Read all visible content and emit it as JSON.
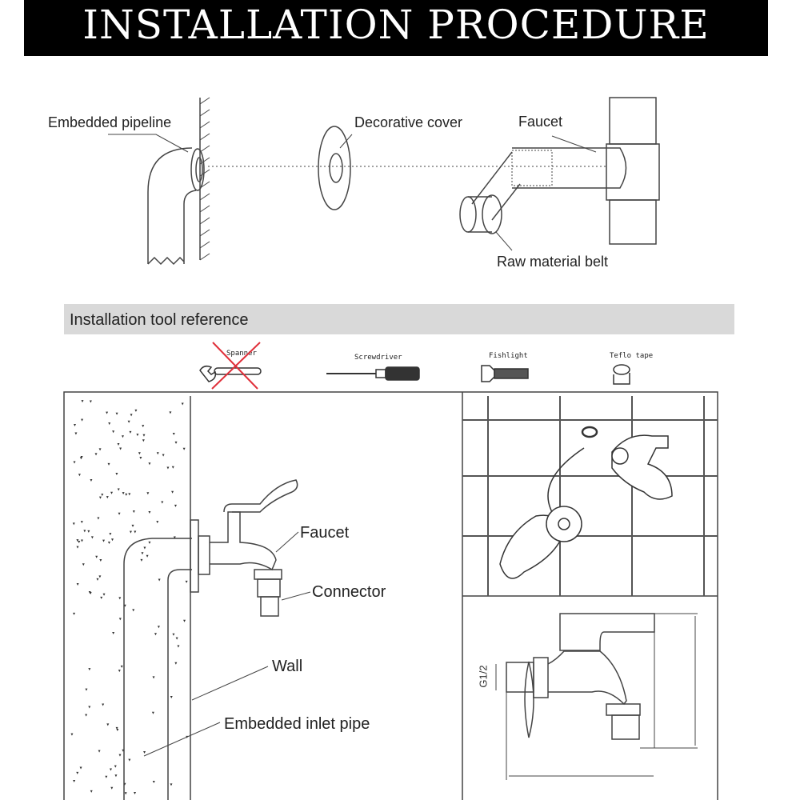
{
  "header": {
    "title": "INSTALLATION PROCEDURE"
  },
  "top_diagram": {
    "labels": {
      "embedded_pipeline": "Embedded pipeline",
      "decorative_cover": "Decorative cover",
      "faucet": "Faucet",
      "raw_material_belt": "Raw material belt"
    }
  },
  "tools": {
    "section_title": "Installation tool reference",
    "items": [
      {
        "label": "Spanner",
        "icon": "wrench-icon",
        "crossed_out": true
      },
      {
        "label": "Screwdriver",
        "icon": "screwdriver-icon",
        "crossed_out": false
      },
      {
        "label": "Fishlight",
        "icon": "flashlight-icon",
        "crossed_out": false
      },
      {
        "label": "Teflo tape",
        "icon": "tape-icon",
        "crossed_out": false
      }
    ],
    "cross_color": "#e0303a"
  },
  "bottom_diagram": {
    "labels": {
      "faucet": "Faucet",
      "connector": "Connector",
      "wall": "Wall",
      "embedded_inlet_pipe": "Embedded inlet pipe",
      "thread_size": "G1/2"
    }
  }
}
